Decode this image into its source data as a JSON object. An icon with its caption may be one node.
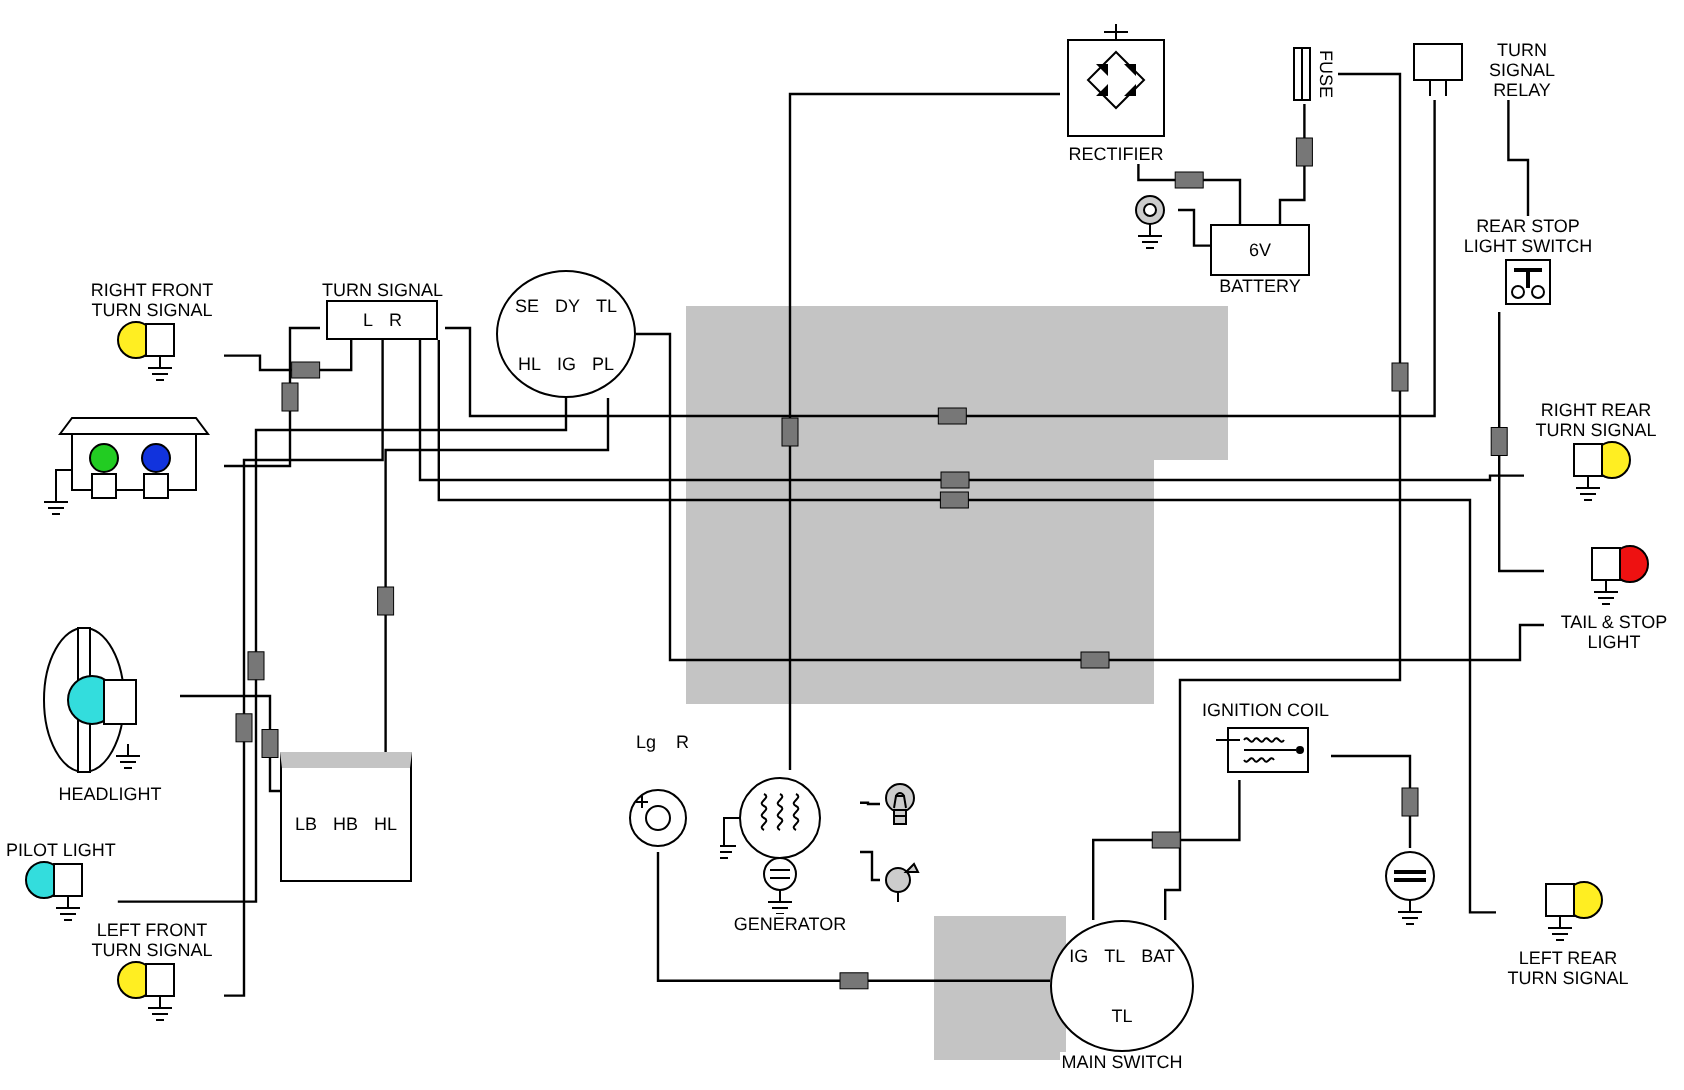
{
  "diagram": {
    "nodes": [
      {
        "text": [
          "RIGHT FRONT TURN SIGNAL"
        ]
      },
      {
        "text": [
          "TURN SIGNAL",
          "L",
          "R"
        ]
      },
      {
        "text": [
          "SE",
          "DY",
          "TL",
          "HL",
          "IG",
          "PL"
        ]
      },
      {
        "text": [],
        "shape": "picture"
      },
      {
        "text": [
          "HEADLIGHT"
        ]
      },
      {
        "text": [
          "PILOT LIGHT"
        ]
      },
      {
        "text": [
          "LB",
          "HB",
          "HL"
        ]
      },
      {
        "text": [
          "LEFT FRONT TURN SIGNAL"
        ]
      },
      {
        "text": [],
        "shape": "picture"
      },
      {
        "text": [
          "GENERATOR"
        ]
      },
      {
        "text": [],
        "shape": "picture"
      },
      {
        "text": [],
        "shape": "picture"
      },
      {
        "text": [
          "RECTIFIER"
        ]
      },
      {
        "text": [
          "FUSE"
        ]
      },
      {
        "text": [
          "6V",
          "BATTERY"
        ]
      },
      {
        "text": [],
        "shape": "picture"
      },
      {
        "text": [
          "TURN SIGNAL RELAY"
        ]
      },
      {
        "text": [
          "REAR STOP LIGHT SWITCH"
        ]
      },
      {
        "text": [
          "RIGHT REAR TURN SIGNAL"
        ]
      },
      {
        "text": [
          "TAIL & STOP LIGHT"
        ]
      },
      {
        "text": [
          "IGNITION COIL"
        ]
      },
      {
        "text": [],
        "shape": "picture"
      },
      {
        "text": [
          "LEFT REAR TURN SIGNAL"
        ]
      },
      {
        "text": [
          "IG",
          "TL",
          "BAT",
          "TL",
          "MAIN SWITCH"
        ]
      }
    ],
    "edges": [
      {
        "from": 0,
        "to": 1,
        "arrow": "none"
      },
      {
        "from": 7,
        "to": 1,
        "arrow": "none"
      },
      {
        "from": 2,
        "to": 5,
        "arrow": "none"
      },
      {
        "from": 2,
        "to": 6,
        "arrow": "none"
      },
      {
        "from": 6,
        "to": 4,
        "arrow": "none"
      },
      {
        "from": 3,
        "to": 1,
        "arrow": "none"
      },
      {
        "from": 8,
        "to": 23,
        "arrow": "none"
      },
      {
        "from": 9,
        "to": 12,
        "arrow": "none"
      },
      {
        "from": 12,
        "to": 14,
        "arrow": "none"
      },
      {
        "from": 15,
        "to": 14,
        "arrow": "none"
      },
      {
        "from": 14,
        "to": 13,
        "arrow": "none"
      },
      {
        "from": 13,
        "to": 23,
        "arrow": "none"
      },
      {
        "from": 23,
        "to": 20,
        "arrow": "none"
      },
      {
        "from": 20,
        "to": 21,
        "arrow": "none"
      },
      {
        "from": 16,
        "to": 1,
        "arrow": "none"
      },
      {
        "from": 16,
        "to": 17,
        "arrow": "none"
      },
      {
        "from": 17,
        "to": 19,
        "arrow": "none"
      },
      {
        "from": 1,
        "to": 18,
        "arrow": "none"
      },
      {
        "from": 1,
        "to": 22,
        "arrow": "none"
      },
      {
        "from": 2,
        "to": 19,
        "arrow": "none"
      },
      {
        "from": 9,
        "to": 10,
        "arrow": "none"
      },
      {
        "from": 9,
        "to": 11,
        "arrow": "none"
      }
    ],
    "labels": [
      "Lg",
      "R"
    ]
  }
}
